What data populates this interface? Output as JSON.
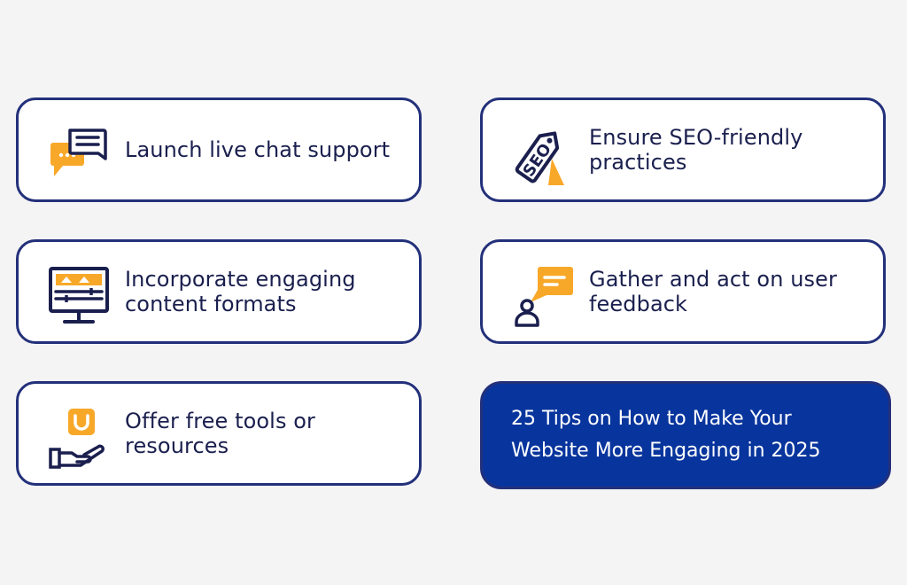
{
  "cards": [
    {
      "id": "live-chat",
      "label": "Launch live chat support",
      "icon": "chat-bubbles-icon"
    },
    {
      "id": "seo",
      "label": "Ensure SEO-friendly practices",
      "icon": "seo-tag-icon"
    },
    {
      "id": "content",
      "label": "Incorporate engaging content formats",
      "icon": "monitor-content-icon"
    },
    {
      "id": "feedback",
      "label": "Gather and act on user feedback",
      "icon": "user-feedback-icon"
    },
    {
      "id": "free-tools",
      "label": "Offer free tools or resources",
      "icon": "hand-offer-icon"
    }
  ],
  "highlight": {
    "title": "25 Tips on How to Make Your Website More Engaging in 2025"
  },
  "colors": {
    "background": "#f4f4f5",
    "card_border": "#23307a",
    "text": "#1a1f4e",
    "accent_orange": "#f8a829",
    "highlight_fill": "#08359d"
  }
}
